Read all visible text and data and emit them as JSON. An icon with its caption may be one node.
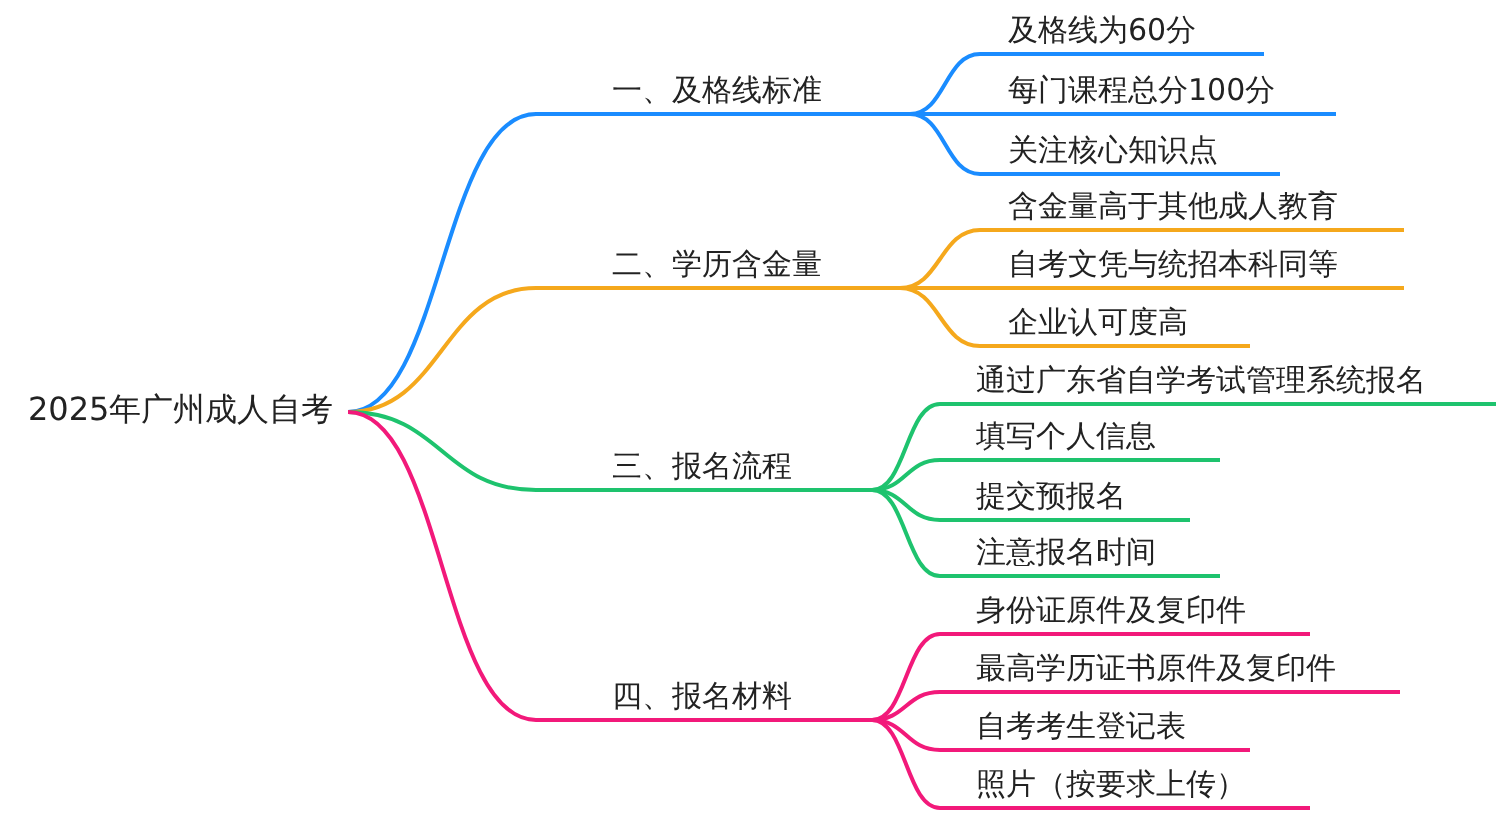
{
  "diagram": {
    "nodes": [
      {
        "text": [
          "2025年广州成人自考"
        ]
      },
      {
        "text": [
          "一、及格线标准"
        ]
      },
      {
        "text": [
          "及格线为60分"
        ]
      },
      {
        "text": [
          "每门课程总分100分"
        ]
      },
      {
        "text": [
          "关注核心知识点"
        ]
      },
      {
        "text": [
          "二、学历含金量"
        ]
      },
      {
        "text": [
          "含金量高于其他成人教育"
        ]
      },
      {
        "text": [
          "自考文凭与统招本科同等"
        ]
      },
      {
        "text": [
          "企业认可度高"
        ]
      },
      {
        "text": [
          "三、报名流程"
        ]
      },
      {
        "text": [
          "通过广东省自学考试管理系统报名"
        ]
      },
      {
        "text": [
          "填写个人信息"
        ]
      },
      {
        "text": [
          "提交预报名"
        ]
      },
      {
        "text": [
          "注意报名时间"
        ]
      },
      {
        "text": [
          "四、报名材料"
        ]
      },
      {
        "text": [
          "身份证原件及复印件"
        ]
      },
      {
        "text": [
          "最高学历证书原件及复印件"
        ]
      },
      {
        "text": [
          "自考考生登记表"
        ]
      },
      {
        "text": [
          "照片（按要求上传）"
        ]
      }
    ],
    "edges": [
      {
        "from": 0,
        "to": 1,
        "arrow": "none",
        "color": "#1a8cff"
      },
      {
        "from": 1,
        "to": 2,
        "arrow": "none",
        "color": "#1a8cff"
      },
      {
        "from": 1,
        "to": 3,
        "arrow": "none",
        "color": "#1a8cff"
      },
      {
        "from": 1,
        "to": 4,
        "arrow": "none",
        "color": "#1a8cff"
      },
      {
        "from": 0,
        "to": 5,
        "arrow": "none",
        "color": "#f5a81c"
      },
      {
        "from": 5,
        "to": 6,
        "arrow": "none",
        "color": "#f5a81c"
      },
      {
        "from": 5,
        "to": 7,
        "arrow": "none",
        "color": "#f5a81c"
      },
      {
        "from": 5,
        "to": 8,
        "arrow": "none",
        "color": "#f5a81c"
      },
      {
        "from": 0,
        "to": 9,
        "arrow": "none",
        "color": "#1ec36e"
      },
      {
        "from": 9,
        "to": 10,
        "arrow": "none",
        "color": "#1ec36e"
      },
      {
        "from": 9,
        "to": 11,
        "arrow": "none",
        "color": "#1ec36e"
      },
      {
        "from": 9,
        "to": 12,
        "arrow": "none",
        "color": "#1ec36e"
      },
      {
        "from": 9,
        "to": 13,
        "arrow": "none",
        "color": "#1ec36e"
      },
      {
        "from": 0,
        "to": 14,
        "arrow": "none",
        "color": "#f2197a"
      },
      {
        "from": 14,
        "to": 15,
        "arrow": "none",
        "color": "#f2197a"
      },
      {
        "from": 14,
        "to": 16,
        "arrow": "none",
        "color": "#f2197a"
      },
      {
        "from": 14,
        "to": 17,
        "arrow": "none",
        "color": "#f2197a"
      },
      {
        "from": 14,
        "to": 18,
        "arrow": "none",
        "color": "#f2197a"
      }
    ]
  }
}
